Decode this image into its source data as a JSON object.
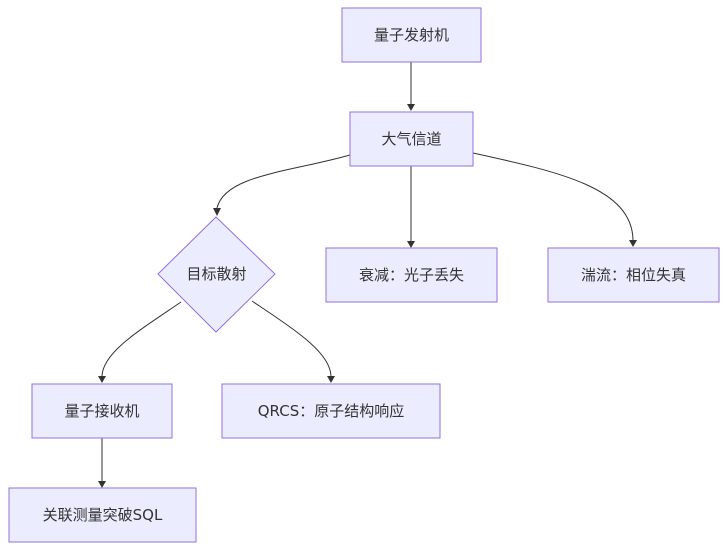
{
  "diagram": {
    "colors": {
      "node_fill": "#ececff",
      "node_border": "#9370db",
      "edge": "#333333",
      "text": "#333333"
    },
    "nodes": {
      "transmitter": "量子发射机",
      "channel": "大气信道",
      "target": "目标散射",
      "attenuation": "衰减：光子丢失",
      "turbulence": "湍流：相位失真",
      "receiver": "量子接收机",
      "qrcs": "QRCS：原子结构响应",
      "measurement": "关联测量突破SQL"
    }
  }
}
